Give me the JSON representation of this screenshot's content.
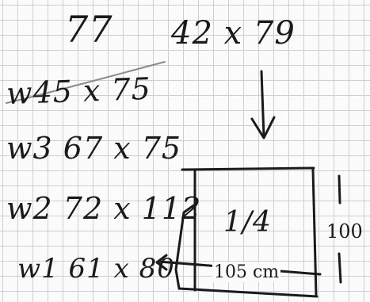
{
  "notes": {
    "top_number": "77",
    "top_dimension": "42 x 79",
    "w4": "w45 x 75",
    "w3": "w3 67 x 75",
    "w2": "w2 72 x 112",
    "w1": "w1 61 x 80",
    "fraction": "1/4",
    "height_label": "100",
    "width_label": "105 cm"
  },
  "colors": {
    "ink": "#1a1a1a",
    "grid": "#cfcfcf",
    "paper": "#fbfbfb"
  }
}
